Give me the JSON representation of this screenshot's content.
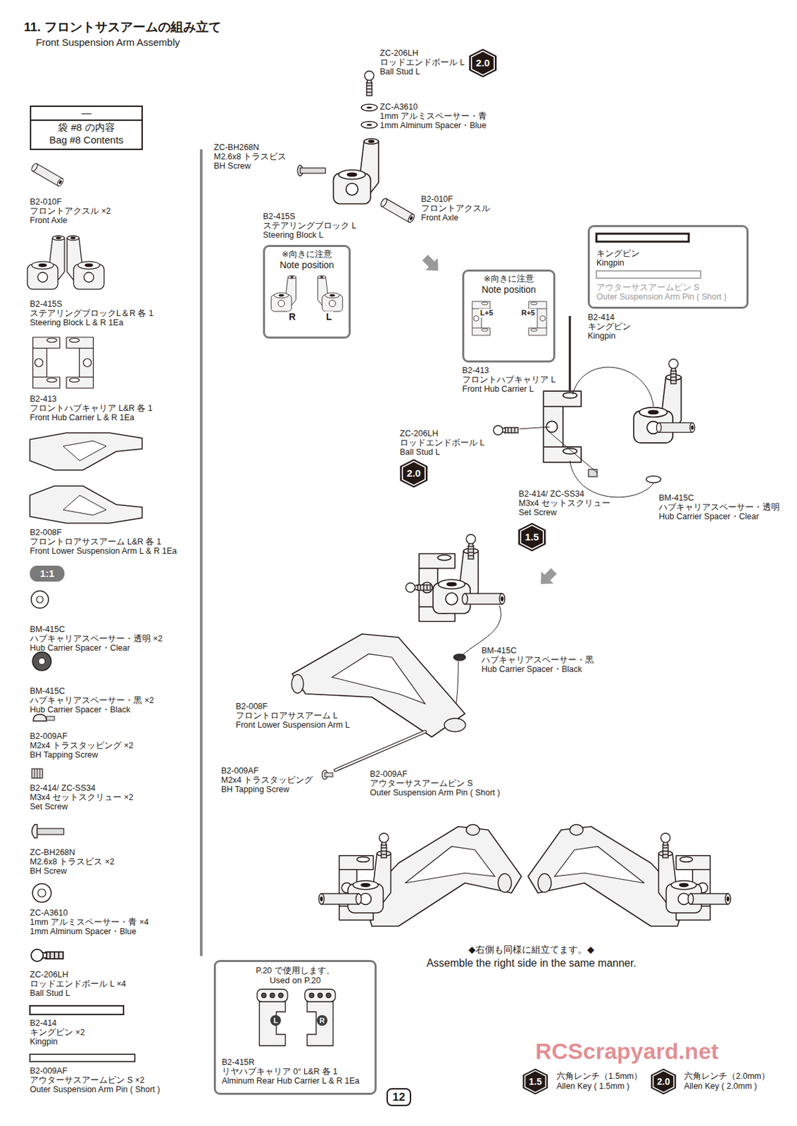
{
  "diagram": {
    "title": "11. フロントサスアームの組み立て",
    "nodes": [
      {
        "text": [
          "—",
          "袋 #8 の内容",
          "Bag #8 Contents"
        ]
      },
      {
        "text": [
          "1:1"
        ]
      },
      {
        "text": [
          "2.0"
        ]
      },
      {
        "text": [
          "※向きに注意",
          "Note position",
          "R",
          "L"
        ]
      },
      {
        "text": [
          "キングピン",
          "Kingpin",
          "アウターサスアームピン S",
          "Outer Suspension Arm Pin ( Short )"
        ]
      },
      {
        "text": [
          "※向きに注意",
          "Note position",
          "L+5",
          "R+5"
        ]
      },
      {
        "text": [
          "2.0"
        ]
      },
      {
        "text": [
          "1.5"
        ]
      },
      {
        "text": [
          "P.20 で使用します。",
          "Used on P.20",
          "L",
          "R",
          "B2-415R",
          "リヤハブキャリア 0° L&R 各 1",
          "Alminum Rear Hub Carrier L & R 1Ea"
        ]
      },
      {
        "text": [
          "12"
        ]
      },
      {
        "text": [
          "1.5"
        ]
      },
      {
        "text": [
          "2.0"
        ]
      }
    ],
    "labels": [
      "Front Suspension Arm Assembly",
      "B2-010F",
      "フロントアクスル ×2",
      "Front Axle",
      "B2-415S",
      "ステアリングブロックL＆R 各 1",
      "Steering Block L & R 1Ea",
      "B2-413",
      "フロントハブキャリア L&R 各 1",
      "Front Hub Carrier L & R 1Ea",
      "B2-008F",
      "フロントロアサスアーム L&R 各 1",
      "Front Lower Suspension Arm L & R 1Ea",
      "BM-415C",
      "ハブキャリアスペーサー・透明 ×2",
      "Hub Carrier Spacer・Clear",
      "BM-415C",
      "ハブキャリアスペーサー・黒 ×2",
      "Hub Carrier Spacer・Black",
      "B2-009AF",
      "M2x4 トラスタッピング ×2",
      "BH Tapping Screw",
      "B2-414/ ZC-SS34",
      "M3x4 セットスクリュー ×2",
      "Set Screw",
      "ZC-BH268N",
      "M2.6x8 トラスビス ×2",
      "BH Screw",
      "ZC-A3610",
      "1mm アルミスペーサー・青 ×4",
      "1mm Alminum Spacer・Blue",
      "ZC-206LH",
      "ロッドエンドボール L ×4",
      "Ball Stud L",
      "B2-414",
      "キングピン ×2",
      "Kingpin",
      "B2-009AF",
      "アウターサスアームピン S ×2",
      "Outer Suspension Arm Pin ( Short )",
      "ZC-206LH",
      "ロッドエンドボール L",
      "Ball Stud L",
      "ZC-A3610",
      "1mm アルミスペーサー・青",
      "1mm Alminum Spacer・Blue",
      "ZC-BH268N",
      "M2.6x8 トラスビス",
      "BH Screw",
      "B2-010F",
      "フロントアクスル",
      "Front Axle",
      "B2-415S",
      "ステアリングブロック L",
      "Steering Block L",
      "B2-414",
      "キングピン",
      "Kingpin",
      "B2-413",
      "フロントハブキャリア L",
      "Front Hub Carrier L",
      "ZC-206LH",
      "ロッドエンドボール L",
      "Ball Stud L",
      "B2-414/ ZC-SS34",
      "M3x4 セットスクリュー",
      "Set Screw",
      "BM-415C",
      "ハブキャリアスペーサー・透明",
      "Hub Carrier Spacer・Clear",
      "BM-415C",
      "ハブキャリアスペーサー・黒",
      "Hub Carrier Spacer・Black",
      "B2-008F",
      "フロントロアサスアーム L",
      "Front Lower Suspension Arm L",
      "B2-009AF",
      "M2x4 トラスタッピング",
      "BH Tapping Screw",
      "B2-009AF",
      "アウターサスアームピン S",
      "Outer Suspension Arm Pin ( Short )",
      "◆右側も同様に組立てます。◆",
      "Assemble the right side in the same manner.",
      "RCScrapyard.net",
      "六角レンチ（1.5mm）",
      "Allen Key ( 1.5mm )",
      "六角レンチ（2.0mm）",
      "Allen Key ( 2.0mm )"
    ]
  }
}
